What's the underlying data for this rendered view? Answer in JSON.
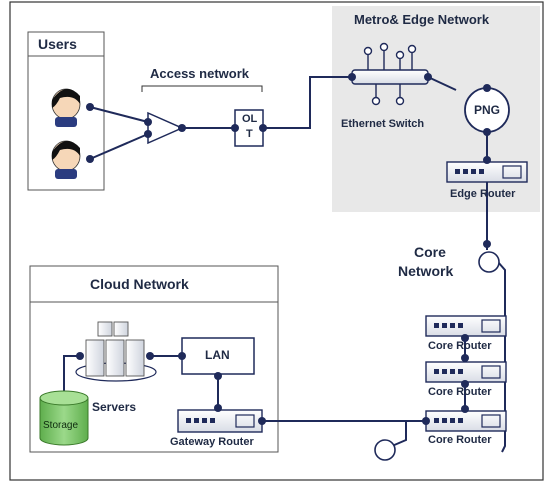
{
  "sections": {
    "users": "Users",
    "access_network": "Access network",
    "metro_edge": "Metro& Edge Network",
    "core_network_line1": "Core",
    "core_network_line2": "Network",
    "cloud_network": "Cloud Network"
  },
  "devices": {
    "olt_line1": "OL",
    "olt_line2": "T",
    "ethernet_switch": "Ethernet Switch",
    "png": "PNG",
    "edge_router": "Edge Router",
    "core_router_1": "Core Router",
    "core_router_2": "Core Router",
    "core_router_3": "Core Router",
    "lan": "LAN",
    "servers": "Servers",
    "storage": "Storage",
    "gateway_router": "Gateway Router"
  },
  "colors": {
    "line": "#1f2a5a",
    "node": "#1f2a5a",
    "metro_bg": "#e8e8e8",
    "storage": "#7cc36a",
    "border": "#333333"
  },
  "icons": {
    "user": "user-avatar-icon",
    "splitter": "splitter-triangle-icon",
    "router": "router-icon",
    "switch": "ethernet-switch-icon",
    "server": "server-rack-icon",
    "storage": "storage-cylinder-icon"
  }
}
